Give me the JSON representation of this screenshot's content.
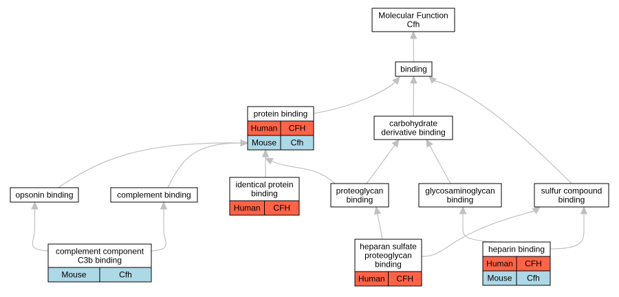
{
  "colors": {
    "human": "#ff6347",
    "mouse": "#add8e6",
    "edge": "#c0c0c0",
    "border": "#000000"
  },
  "nodes": {
    "mf": {
      "lines": [
        "Molecular Function",
        "Cfh"
      ]
    },
    "bind": {
      "lines": [
        "binding"
      ]
    },
    "pb": {
      "lines": [
        "protein binding"
      ],
      "rows": [
        {
          "species": "Human",
          "gene": "CFH",
          "color": "human"
        },
        {
          "species": "Mouse",
          "gene": "Cfh",
          "color": "mouse"
        }
      ]
    },
    "cdb": {
      "lines": [
        "carbohydrate",
        "derivative binding"
      ]
    },
    "ob": {
      "lines": [
        "opsonin binding"
      ]
    },
    "cb": {
      "lines": [
        "complement binding"
      ]
    },
    "ipb": {
      "lines": [
        "identical protein",
        "binding"
      ],
      "rows": [
        {
          "species": "Human",
          "gene": "CFH",
          "color": "human"
        }
      ]
    },
    "pgb": {
      "lines": [
        "proteoglycan",
        "binding"
      ]
    },
    "gagb": {
      "lines": [
        "glycosaminoglycan",
        "binding"
      ]
    },
    "scb": {
      "lines": [
        "sulfur compound",
        "binding"
      ]
    },
    "c3b": {
      "lines": [
        "complement component",
        "C3b binding"
      ],
      "rows": [
        {
          "species": "Mouse",
          "gene": "Cfh",
          "color": "mouse"
        }
      ]
    },
    "hspg": {
      "lines": [
        "heparan sulfate",
        "proteoglycan",
        "binding"
      ],
      "rows": [
        {
          "species": "Human",
          "gene": "CFH",
          "color": "human"
        }
      ]
    },
    "hb": {
      "lines": [
        "heparin binding"
      ],
      "rows": [
        {
          "species": "Human",
          "gene": "CFH",
          "color": "human"
        },
        {
          "species": "Mouse",
          "gene": "Cfh",
          "color": "mouse"
        }
      ]
    }
  },
  "edges": [
    [
      "bind",
      "mf"
    ],
    [
      "pb",
      "bind"
    ],
    [
      "cdb",
      "bind"
    ],
    [
      "scb",
      "bind"
    ],
    [
      "ob",
      "pb"
    ],
    [
      "cb",
      "pb"
    ],
    [
      "ipb",
      "pb"
    ],
    [
      "pgb",
      "pb"
    ],
    [
      "pgb",
      "cdb"
    ],
    [
      "gagb",
      "cdb"
    ],
    [
      "c3b",
      "ob"
    ],
    [
      "c3b",
      "cb"
    ],
    [
      "hspg",
      "pgb"
    ],
    [
      "hspg",
      "scb"
    ],
    [
      "hb",
      "gagb"
    ],
    [
      "hb",
      "scb"
    ]
  ]
}
